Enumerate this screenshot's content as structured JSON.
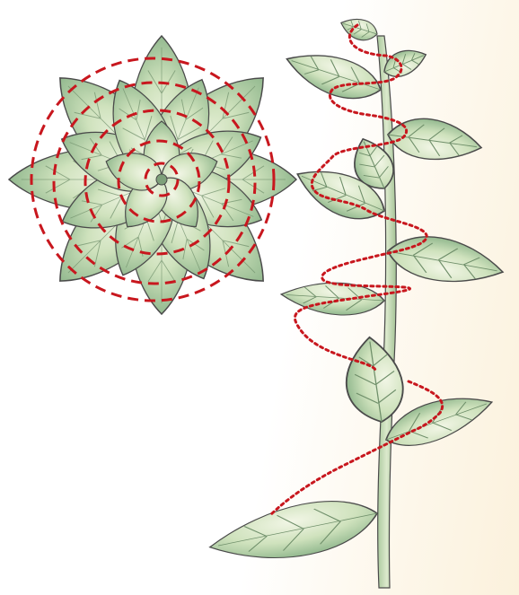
{
  "illustration": {
    "background_color": "#ffffff",
    "background_tint": "#fbf1dc",
    "leaf_fill_light": "#e6f0d4",
    "leaf_fill_mid": "#bfd8ae",
    "leaf_fill_dark": "#8fb58a",
    "leaf_outline": "#4a4a4a",
    "stem_fill": "#c9deb8",
    "guide_line_color": "#c8171e",
    "rosette": {
      "outer_petal_count": 8,
      "middle_petal_count": 8,
      "inner_petal_count": 5,
      "guide_circles": 5,
      "guide_style": "dashed"
    },
    "stem": {
      "leaf_count": 11,
      "guide_style": "dotted spiral"
    }
  }
}
